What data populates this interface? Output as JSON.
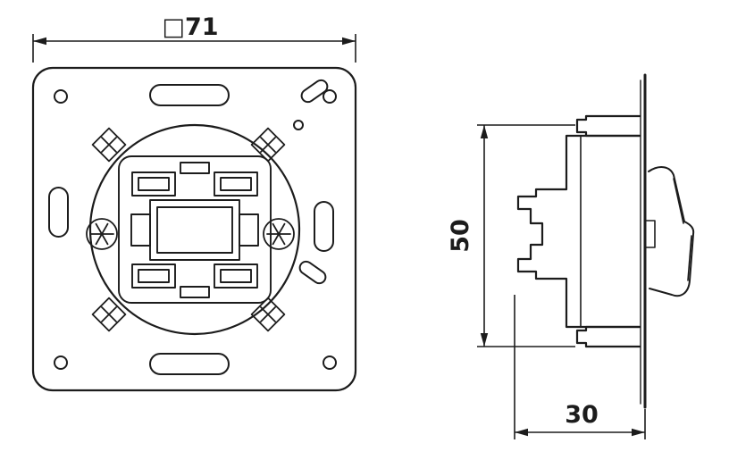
{
  "page": {
    "background_color": "#ffffff",
    "line_color": "#1c1c1c"
  },
  "drawing": {
    "type": "technical-dimension-drawing",
    "subject": "flush-mounted switch insert, front view and side view"
  },
  "dimensions": {
    "width": "□71",
    "height": "50",
    "depth": "30"
  }
}
